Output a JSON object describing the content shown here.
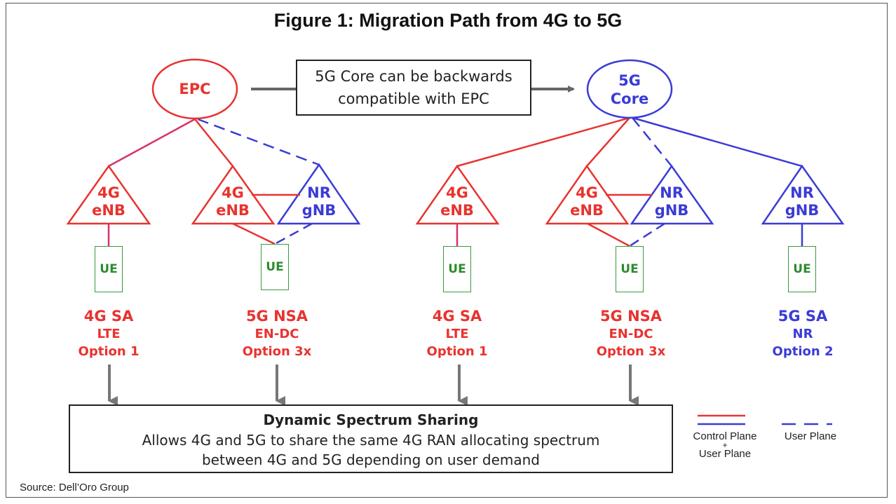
{
  "title": "Figure 1: Migration Path from 4G to 5G",
  "cores": {
    "epc": "EPC",
    "core5g_line1": "5G",
    "core5g_line2": "Core"
  },
  "compat_note": {
    "line1": "5G Core can be backwards",
    "line2": "compatible with EPC"
  },
  "nodes": {
    "enb_line1": "4G",
    "enb_line2": "eNB",
    "gnb_line1": "NR",
    "gnb_line2": "gNB",
    "ue": "UE"
  },
  "options": [
    {
      "name": "4G SA",
      "tech": "LTE",
      "option": "Option 1",
      "color": "#e8332f"
    },
    {
      "name": "5G NSA",
      "tech": "EN-DC",
      "option": "Option 3x",
      "color": "#e8332f"
    },
    {
      "name": "4G SA",
      "tech": "LTE",
      "option": "Option 1",
      "color": "#e8332f"
    },
    {
      "name": "5G NSA",
      "tech": "EN-DC",
      "option": "Option 3x",
      "color": "#e8332f"
    },
    {
      "name": "5G SA",
      "tech": "NR",
      "option": "Option 2",
      "color": "#3b3bd6"
    }
  ],
  "dss": {
    "heading": "Dynamic Spectrum Sharing",
    "line1": "Allows 4G and 5G to share the same 4G RAN allocating spectrum",
    "line2": "between 4G and 5G depending on user demand"
  },
  "legend": {
    "control_line1": "Control Plane",
    "control_plus": "+",
    "control_line2": "User Plane",
    "user": "User Plane"
  },
  "source": "Source: Dell’Oro Group",
  "colors": {
    "red": "#e8332f",
    "blue": "#3b3bd6",
    "magenta": "#d6336c",
    "green": "#3a9a3a",
    "arrow": "#666666"
  }
}
